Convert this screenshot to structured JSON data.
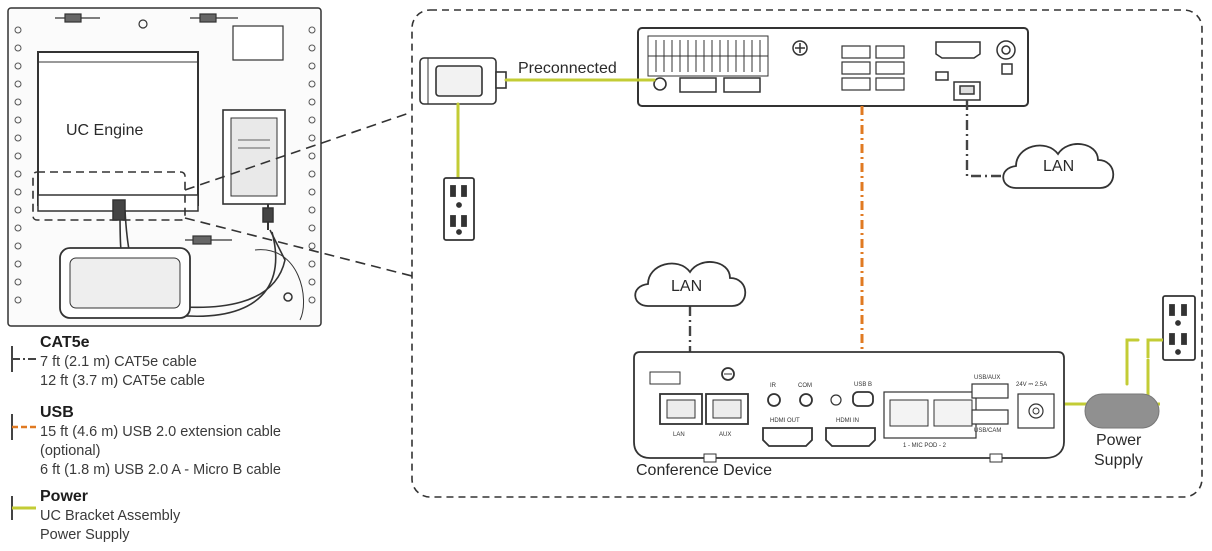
{
  "labels": {
    "uc_engine": "UC Engine",
    "preconnected": "Preconnected",
    "lan_top": "LAN",
    "lan_bottom": "LAN",
    "conference_device": "Conference Device",
    "power_supply_line1": "Power",
    "power_supply_line2": "Supply"
  },
  "legend": {
    "cat5e": {
      "title": "CAT5e",
      "lines": [
        "7 ft (2.1 m) CAT5e cable",
        "12 ft (3.7 m) CAT5e cable"
      ],
      "color": "#444444"
    },
    "usb": {
      "title": "USB",
      "lines": [
        "15 ft (4.6 m) USB 2.0 extension cable",
        "(optional)",
        "6 ft (1.8 m) USB 2.0 A - Micro B cable"
      ],
      "color": "#e07a22"
    },
    "power": {
      "title": "Power",
      "lines": [
        "UC Bracket Assembly",
        "Power Supply"
      ],
      "color": "#c3cc35"
    }
  },
  "device_text": {
    "port_ir": "IR",
    "port_com": "COM",
    "port_usb_b": "USB B",
    "port_hdmi_out": "HDMI OUT",
    "port_hdmi_in": "HDMI IN",
    "port_lan": "LAN",
    "port_aux": "AUX",
    "port_mic": "1 - MIC POD - 2",
    "port_usb_aux": "USB/AUX",
    "port_usb_cam": "USB/CAM",
    "port_dc": "24V ⎓ 2.5A"
  },
  "colors": {
    "cat5e": "#444444",
    "usb": "#e07a22",
    "power": "#c3cc35",
    "outline": "#333333"
  }
}
